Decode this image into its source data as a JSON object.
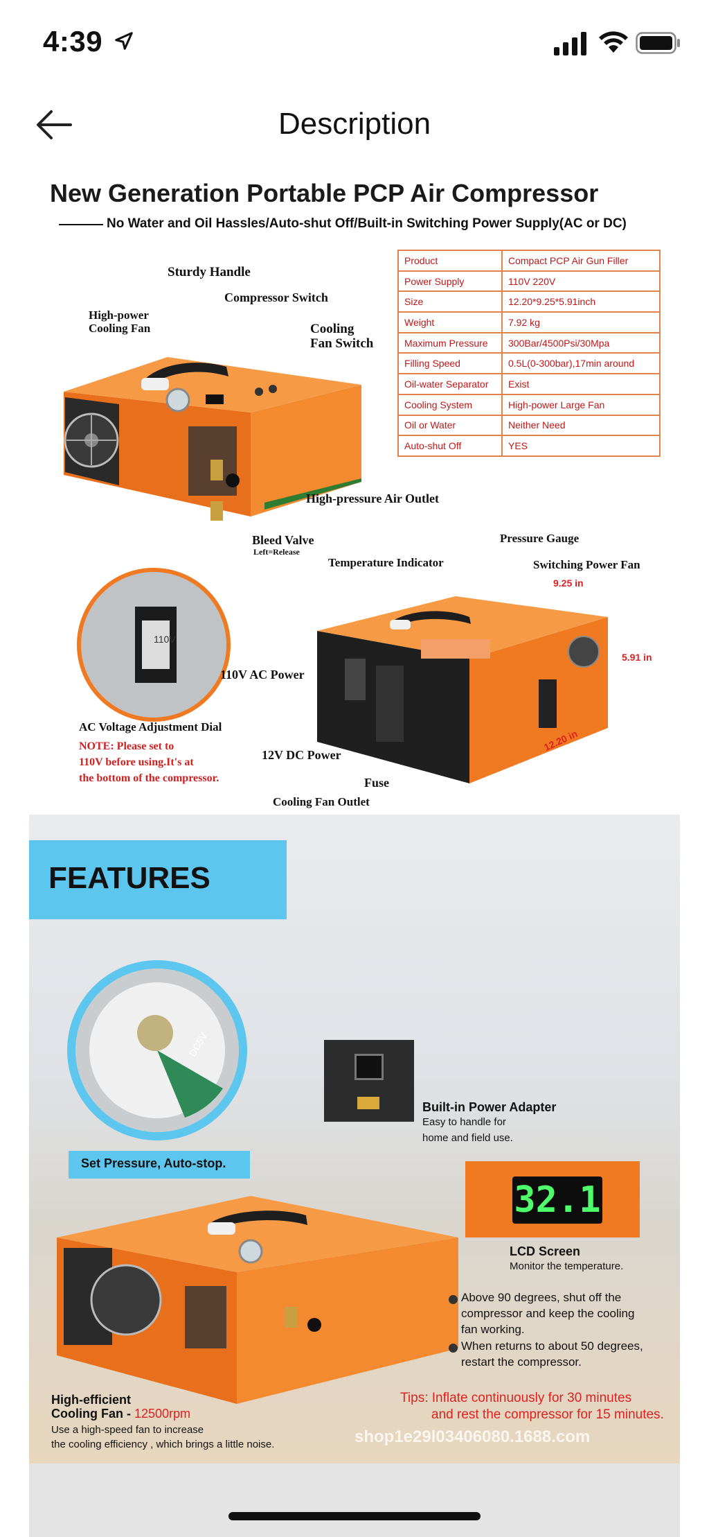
{
  "status": {
    "time": "4:39"
  },
  "nav": {
    "title": "Description"
  },
  "spec": {
    "title": "New Generation Portable PCP Air Compressor",
    "subtitle": "No Water and Oil Hassles/Auto-shut Off/Built-in Switching Power Supply(AC or DC)",
    "table": [
      [
        "Product",
        "Compact PCP Air Gun Filler"
      ],
      [
        "Power Supply",
        "110V 220V"
      ],
      [
        "Size",
        "12.20*9.25*5.91inch"
      ],
      [
        "Weight",
        "7.92 kg"
      ],
      [
        "Maximum Pressure",
        "300Bar/4500Psi/30Mpa"
      ],
      [
        "Filling Speed",
        "0.5L(0-300bar),17min around"
      ],
      [
        "Oil-water Separator",
        "Exist"
      ],
      [
        "Cooling System",
        "High-power Large Fan"
      ],
      [
        "Oil or Water",
        "Neither Need"
      ],
      [
        "Auto-shut Off",
        "YES"
      ]
    ],
    "labels": {
      "handle": "Sturdy Handle",
      "comp_switch": "Compressor Switch",
      "fan_l1": "High-power",
      "fan_l2": "Cooling Fan",
      "cool_l1": "Cooling",
      "cool_l2": "Fan Switch",
      "outlet": "High-pressure Air Outlet",
      "bleed": "Bleed Valve",
      "bleed_sub": "Left=Release",
      "gauge": "Pressure Gauge",
      "temp": "Temperature Indicator",
      "sw_fan": "Switching Power Fan",
      "dim_w": "9.25 in",
      "dim_h": "5.91 in",
      "dim_l": "12.20 in",
      "ac_power": "110V AC Power",
      "dial": "AC Voltage Adjustment Dial",
      "dial_window": "110V",
      "dc_power": "12V DC Power",
      "fuse": "Fuse",
      "fan_outlet": "Cooling Fan Outlet",
      "note_1": "NOTE: Please set to",
      "note_2": "110V before using.It's at",
      "note_3": "the bottom of the compressor."
    }
  },
  "features": {
    "title": "FEATURES",
    "set_pressure": "Set Pressure, Auto-stop.",
    "adapter_title": "Built-in Power Adapter",
    "adapter_l1": "Easy to handle for",
    "adapter_l2": "home and field use.",
    "lcd_value": "32.1",
    "lcd_title": "LCD Screen",
    "lcd_sub": "Monitor the temperature.",
    "b1_l1": "Above 90 degrees, shut off the",
    "b1_l2": "compressor and keep the cooling",
    "b1_l3": "fan working.",
    "b2_l1": "When returns to about 50 degrees,",
    "b2_l2": "restart the compressor.",
    "fan_title_1": "High-efficient",
    "fan_title_2": "Cooling Fan - ",
    "fan_rpm": "12500rpm",
    "fan_l1": "Use a high-speed fan to increase",
    "fan_l2": "the cooling efficiency , which brings a little noise.",
    "tips_1": "Tips: Inflate continuously for 30 minutes",
    "tips_2": "and rest the compressor for 15 minutes.",
    "watermark": "shop1e29l03406080.1688.com",
    "gauge_label": "DC5V"
  },
  "colors": {
    "accent_orange": "#f07a22",
    "feature_blue": "#5cc6ef",
    "spec_red": "#c01818"
  }
}
